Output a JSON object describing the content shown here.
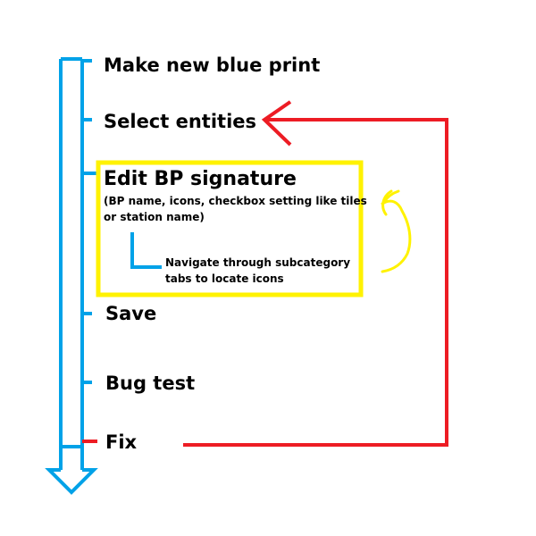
{
  "colors": {
    "flow": "#00a2e8",
    "loop": "#ed1c24",
    "highlight": "#fff200",
    "text": "#000000"
  },
  "steps": [
    {
      "label": "Make new blue print"
    },
    {
      "label": "Select entities"
    },
    {
      "label": "Edit BP signature",
      "detail_line1": "(BP name, icons, checkbox setting like tiles",
      "detail_line2": "or station name)",
      "substep_line1": "Navigate through subcategory",
      "substep_line2": "tabs to locate icons"
    },
    {
      "label": "Save"
    },
    {
      "label": "Bug test"
    },
    {
      "label": "Fix"
    }
  ]
}
